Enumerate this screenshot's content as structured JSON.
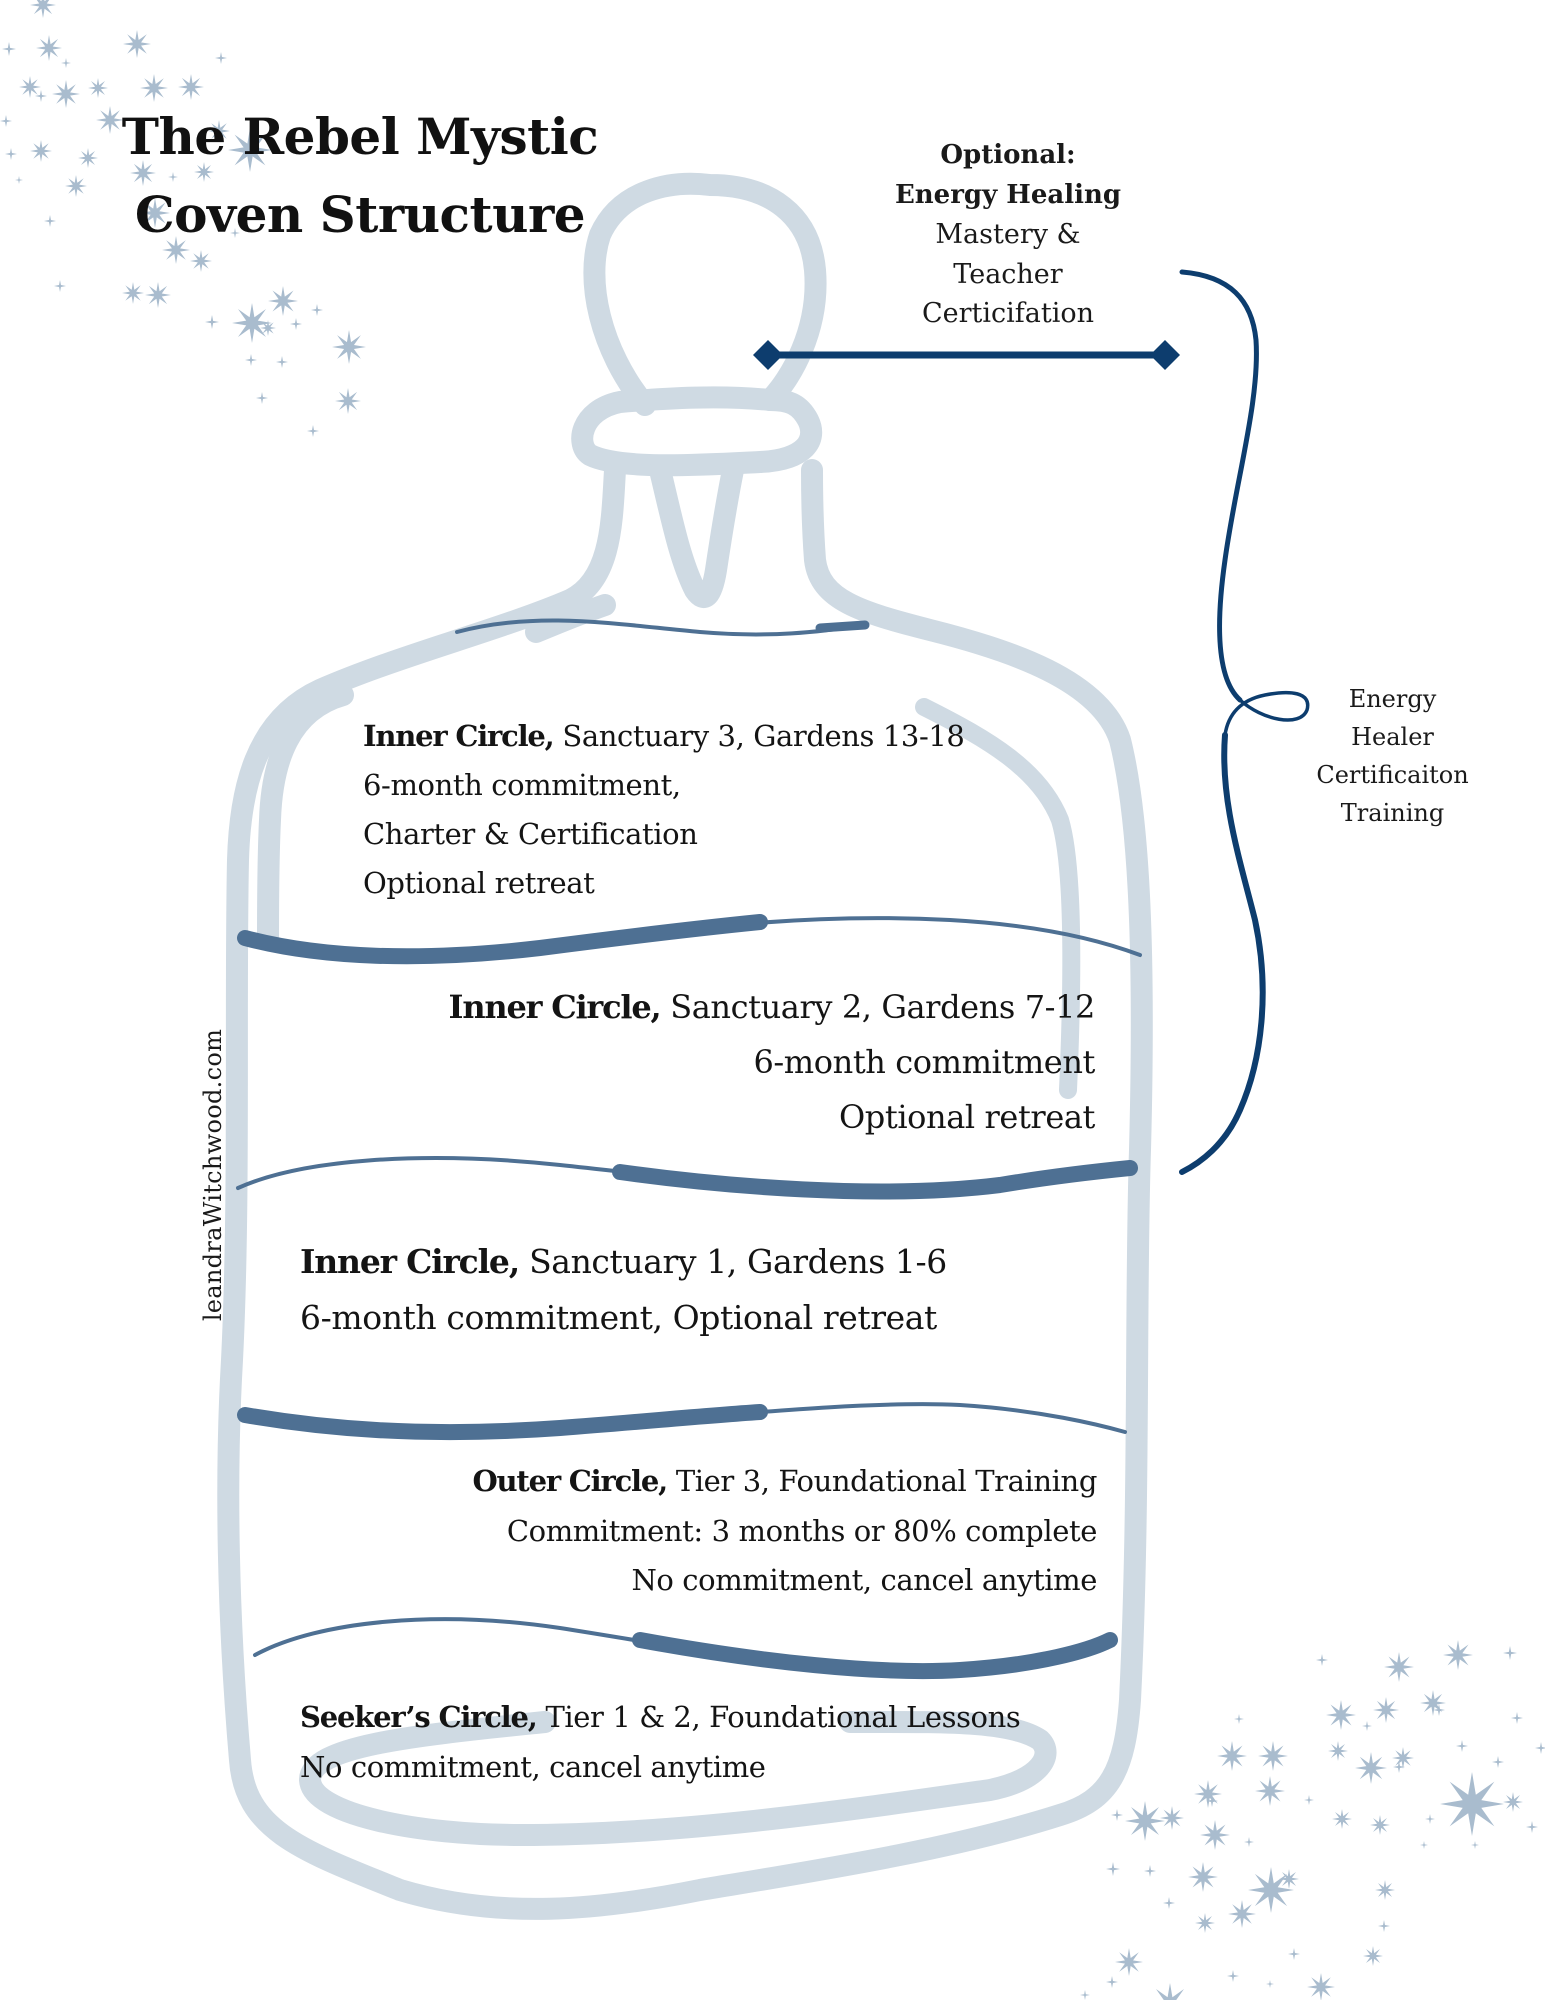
{
  "title": {
    "line1": "The Rebel Mystic",
    "line2": "Coven Structure"
  },
  "optional_block": {
    "line1": "Optional:",
    "line2": "Energy Healing",
    "line3": "Mastery &",
    "line4": "Teacher",
    "line5": "Certicifation"
  },
  "energy_healer_block": {
    "line1": "Energy",
    "line2": "Healer",
    "line3": "Certificaiton",
    "line4": "Training"
  },
  "side_text": "leandraWitchwood.com",
  "tiers": [
    {
      "name": "Inner Circle,",
      "detail": " Sanctuary 3, Gardens 13-18",
      "lines": [
        "6-month commitment,",
        "Charter & Certification",
        "Optional retreat"
      ],
      "align": "left"
    },
    {
      "name": "Inner Circle,",
      "detail": " Sanctuary 2, Gardens 7-12",
      "lines": [
        "6-month commitment",
        "Optional retreat"
      ],
      "align": "right"
    },
    {
      "name": "Inner Circle,",
      "detail": " Sanctuary 1, Gardens 1-6",
      "lines": [
        "6-month commitment, Optional retreat"
      ],
      "align": "left"
    },
    {
      "name": "Outer Circle,",
      "detail": " Tier 3, Foundational Training",
      "lines": [
        "Commitment: 3 months or 80% complete",
        "No commitment, cancel anytime"
      ],
      "align": "right"
    },
    {
      "name": "Seeker’s Circle,",
      "detail": " Tier 1 & 2, Foundational Lessons",
      "lines": [
        "No commitment, cancel anytime"
      ],
      "align": "left"
    }
  ],
  "colors": {
    "bottle_outline": "#cfdae3",
    "layer_divider": "#4e7093",
    "connector": "#0d3d6e",
    "stars": "#a9bcce",
    "text": "#141414"
  }
}
